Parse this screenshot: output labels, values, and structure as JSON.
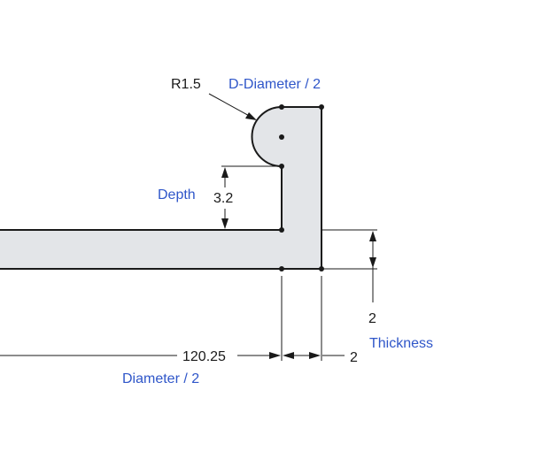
{
  "dimensions": {
    "radius": "R1.5",
    "depth": "3.2",
    "thickness": "2",
    "half_diameter": "120.25",
    "end_width": "2"
  },
  "variables": {
    "d_diameter": "D-Diameter / 2",
    "depth": "Depth",
    "thickness": "Thickness",
    "diameter": "Diameter / 2"
  },
  "colors": {
    "profile_fill": "#e3e5e8",
    "line": "#1a1a1a",
    "variable_text": "#2f56c9"
  }
}
